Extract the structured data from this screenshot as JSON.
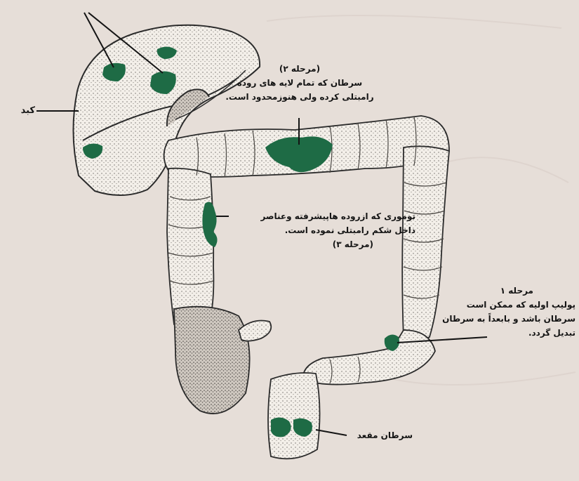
{
  "colors": {
    "background": "#e6ded8",
    "tumor": "#1e6b45",
    "ink": "#141414",
    "organ_fill": "#f3efe9"
  },
  "labels": {
    "liver": "کبد",
    "stage2": {
      "title": "(مرحله ۲)",
      "line1": "سرطان که تمام لایه های روده",
      "line2": "رامبتلی کرده ولی هنوزمحدود است."
    },
    "stage3": {
      "line1": "توموری که ازروده هاپیشرفته وعناصر",
      "line2": "داخل شکم رامبتلی نموده است.",
      "title": "(مرحله ۳)"
    },
    "stage1": {
      "title": "مرحله ۱",
      "line1": "پولیپ اولیه که ممکن است",
      "line2": "سرطان باشد و بابعداً به سرطان",
      "line3": "تبدیل گردد."
    },
    "rectal_cancer": "سرطان مقعد"
  },
  "icons": [
    "liver-illustration",
    "colon-illustration",
    "rectum-illustration",
    "tumor-spot"
  ]
}
